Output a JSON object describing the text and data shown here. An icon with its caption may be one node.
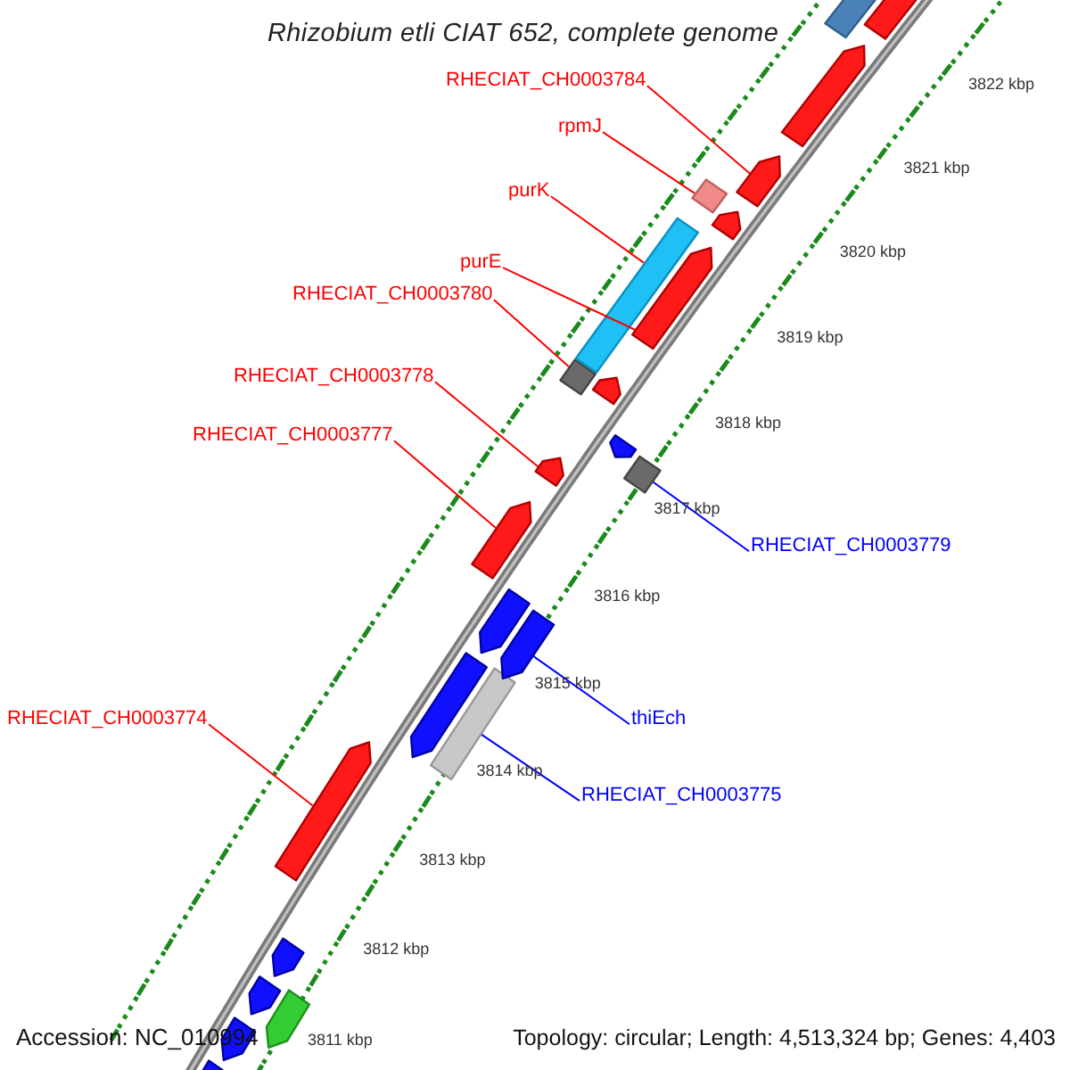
{
  "diagram": {
    "title": "Rhizobium etli CIAT 652, complete genome",
    "nodes": [
      {
        "text": [
          "RHECIAT_CH0003784"
        ]
      },
      {
        "text": [
          "rpmJ"
        ]
      },
      {
        "text": [
          "purK"
        ]
      },
      {
        "text": [
          "purE"
        ]
      },
      {
        "text": [
          "RHECIAT_CH0003780"
        ]
      },
      {
        "text": [
          "RHECIAT_CH0003778"
        ]
      },
      {
        "text": [
          "RHECIAT_CH0003777"
        ]
      },
      {
        "text": [
          "RHECIAT_CH0003779"
        ]
      },
      {
        "text": [
          "RHECIAT_CH0003774"
        ]
      },
      {
        "text": [
          "thiEch"
        ]
      },
      {
        "text": [
          "RHECIAT_CH0003775"
        ]
      },
      {
        "text": [],
        "shape": "arrow"
      },
      {
        "text": [],
        "shape": "box"
      },
      {
        "text": [],
        "shape": "arrow"
      },
      {
        "text": [],
        "shape": "arrow"
      },
      {
        "text": [],
        "shape": "box"
      },
      {
        "text": [],
        "shape": "arrow"
      },
      {
        "text": [],
        "shape": "arrow"
      },
      {
        "text": [],
        "shape": "box"
      },
      {
        "text": [],
        "shape": "box"
      },
      {
        "text": [],
        "shape": "arrow"
      },
      {
        "text": [],
        "shape": "arrow"
      },
      {
        "text": [],
        "shape": "arrow"
      },
      {
        "text": [],
        "shape": "box"
      },
      {
        "text": [],
        "shape": "arrow"
      },
      {
        "text": [],
        "shape": "arrow"
      },
      {
        "text": [],
        "shape": "arrow"
      },
      {
        "text": [],
        "shape": "arrow"
      },
      {
        "text": [],
        "shape": "box"
      },
      {
        "text": [],
        "shape": "arrow"
      },
      {
        "text": [],
        "shape": "arrow"
      },
      {
        "text": [],
        "shape": "arrow"
      },
      {
        "text": [],
        "shape": "arrow"
      },
      {
        "text": [],
        "shape": "arrow"
      },
      {
        "text": [],
        "shape": "arrow"
      }
    ],
    "edges": [
      {
        "from": 0,
        "to": 14,
        "arrow": "none"
      },
      {
        "from": 1,
        "to": 15,
        "arrow": "none"
      },
      {
        "from": 2,
        "to": 18,
        "arrow": "none"
      },
      {
        "from": 3,
        "to": 17,
        "arrow": "none"
      },
      {
        "from": 4,
        "to": 19,
        "arrow": "none"
      },
      {
        "from": 5,
        "to": 22,
        "arrow": "none"
      },
      {
        "from": 6,
        "to": 24,
        "arrow": "none"
      },
      {
        "from": 7,
        "to": 23,
        "arrow": "none",
        "color": "#0000ff"
      },
      {
        "from": 8,
        "to": 29,
        "arrow": "none"
      },
      {
        "from": 9,
        "to": 26,
        "arrow": "none",
        "color": "#0000ff"
      },
      {
        "from": 10,
        "to": 28,
        "arrow": "none",
        "color": "#0000ff"
      }
    ],
    "labels": [
      "3822 kbp",
      "3821 kbp",
      "3820 kbp",
      "3819 kbp",
      "3818 kbp",
      "3817 kbp",
      "3816 kbp",
      "3815 kbp",
      "3814 kbp",
      "3813 kbp",
      "3812 kbp",
      "3811 kbp",
      "Accession: NC_010994",
      "Topology: circular; Length: 4,513,324 bp; Genes: 4,403"
    ]
  }
}
